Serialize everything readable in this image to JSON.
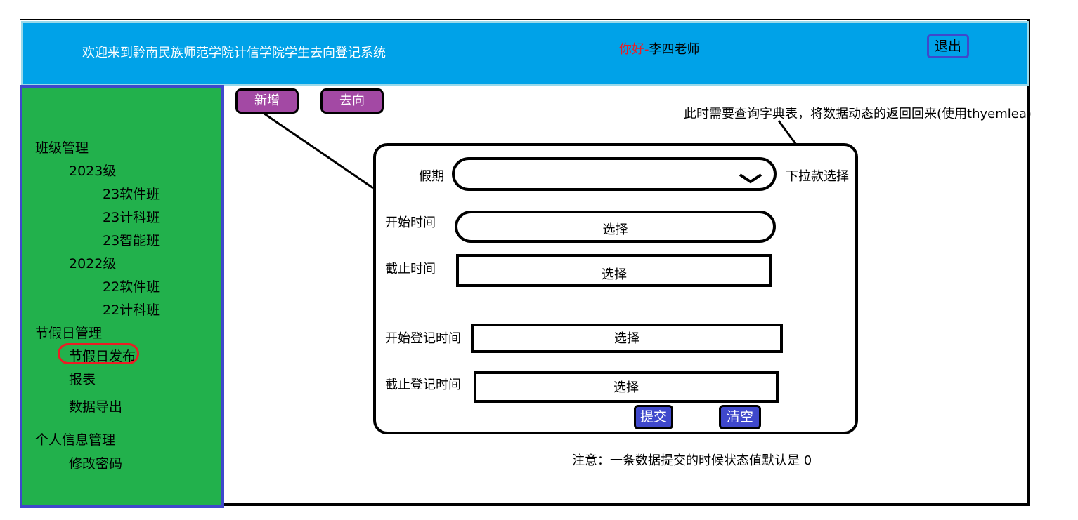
{
  "header": {
    "title": "欢迎来到黔南民族师范学院计信学院学生去向登记系统",
    "greeting": "你好-",
    "user": "李四老师",
    "logout_label": "退出"
  },
  "sidebar": {
    "class_mgmt": "班级管理",
    "grade_2023": "2023级",
    "class_23_soft": "23软件班",
    "class_23_cs": "23计科班",
    "class_23_ai": "23智能班",
    "grade_2022": "2022级",
    "class_22_soft": "22软件班",
    "class_22_cs": "22计科班",
    "holiday_mgmt": "节假日管理",
    "holiday_publish": "节假日发布",
    "report": "报表",
    "data_export": "数据导出",
    "personal_mgmt": "个人信息管理",
    "change_password": "修改密码"
  },
  "toolbar": {
    "add_label": "新增",
    "direction_label": "去向"
  },
  "annotations": {
    "top_note": "此时需要查询字典表，将数据动态的返回回来(使用thyemlea)",
    "dropdown_hint": "下拉款选择",
    "bottom_note": "注意：一条数据提交的时候状态值默认是 0"
  },
  "form": {
    "holiday_label": "假期",
    "holiday_value": "",
    "start_time_label": "开始时间",
    "start_time_value": "选择",
    "end_time_label": "截止时间",
    "end_time_value": "选择",
    "reg_start_label": "开始登记时间",
    "reg_start_value": "选择",
    "reg_end_label": "截止登记时间",
    "reg_end_value": "选择",
    "submit_label": "提交",
    "clear_label": "清空"
  },
  "colors": {
    "header_bg": "#00a2e8",
    "sidebar_bg": "#22b14c",
    "sidebar_border": "#3f48cc",
    "toolbar_btn": "#a349a4",
    "form_btn": "#3f48cc",
    "highlight": "#ed1c24"
  }
}
